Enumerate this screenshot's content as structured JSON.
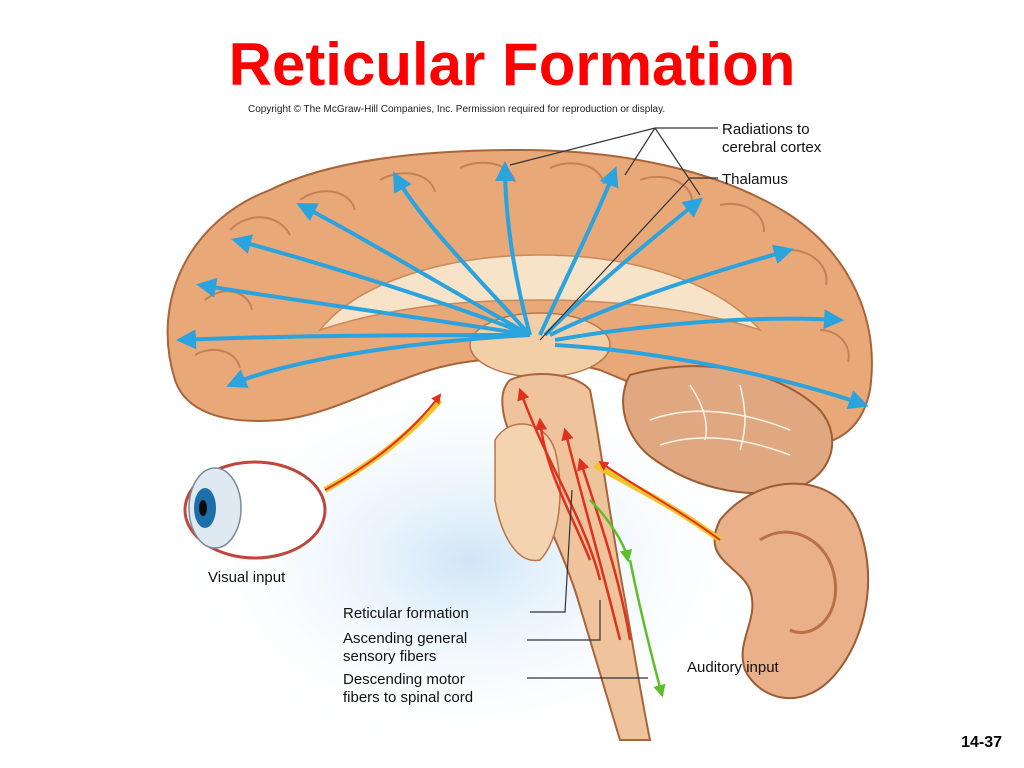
{
  "slide": {
    "title": "Reticular Formation",
    "copyright": "Copyright © The McGraw-Hill Companies, Inc. Permission required for reproduction or display.",
    "page_number": "14-37"
  },
  "labels": {
    "radiations_line1": "Radiations to",
    "radiations_line2": "cerebral cortex",
    "thalamus": "Thalamus",
    "visual_input": "Visual input",
    "reticular_formation": "Reticular formation",
    "ascending_line1": "Ascending general",
    "ascending_line2": "sensory fibers",
    "descending_line1": "Descending motor",
    "descending_line2": "fibers to spinal cord",
    "auditory_input": "Auditory input"
  },
  "colors": {
    "title": "#ff0000",
    "radiation_arrows": "#2aa3df",
    "ascending_fibers": "#e0301e",
    "descending_fibers": "#5cbf2a",
    "brain_tissue": "#e8a878",
    "cerebellum": "#e0a880"
  }
}
